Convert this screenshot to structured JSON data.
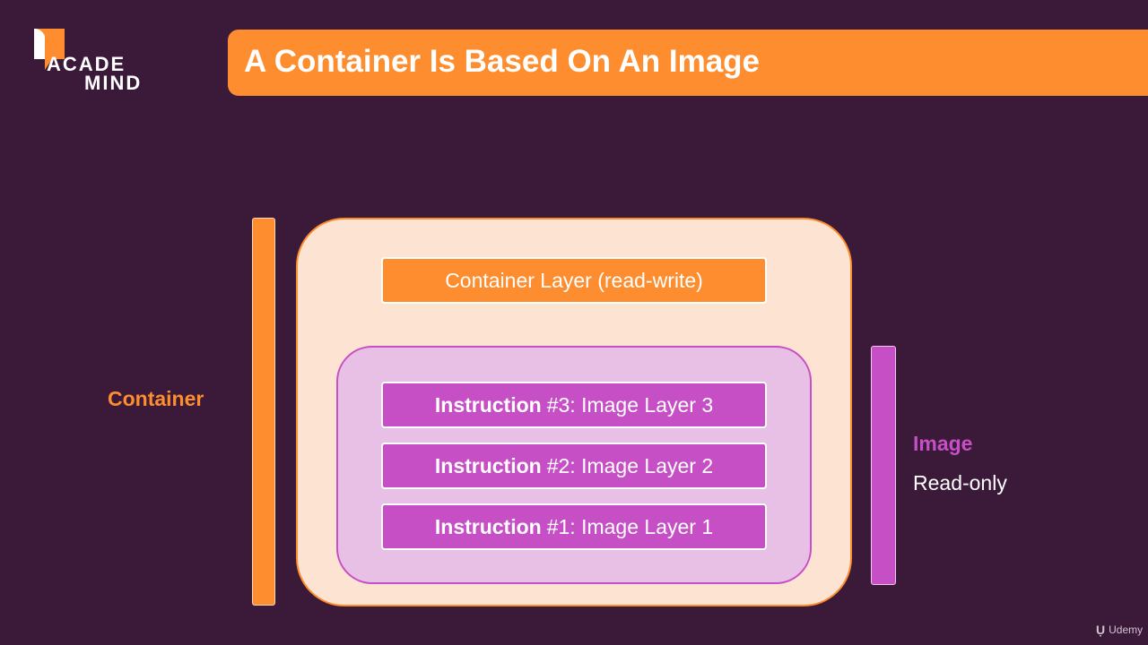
{
  "logo": {
    "line1": "ACADE",
    "line2": "MIND",
    "color": "#fd8d2e"
  },
  "title": "A Container Is Based On An Image",
  "container": {
    "label": "Container",
    "layer_label": "Container Layer (read-write)",
    "color": "#fd8d2e"
  },
  "image": {
    "label": "Image",
    "sublabel": "Read-only",
    "color": "#c64fc6",
    "layers": [
      {
        "strong": "Instruction",
        "rest": "#3: Image Layer 3"
      },
      {
        "strong": "Instruction",
        "rest": "#2: Image Layer 2"
      },
      {
        "strong": "Instruction",
        "rest": "#1: Image Layer 1"
      }
    ]
  },
  "watermark": {
    "icon": "udemy-logo-icon",
    "text": "Udemy"
  }
}
